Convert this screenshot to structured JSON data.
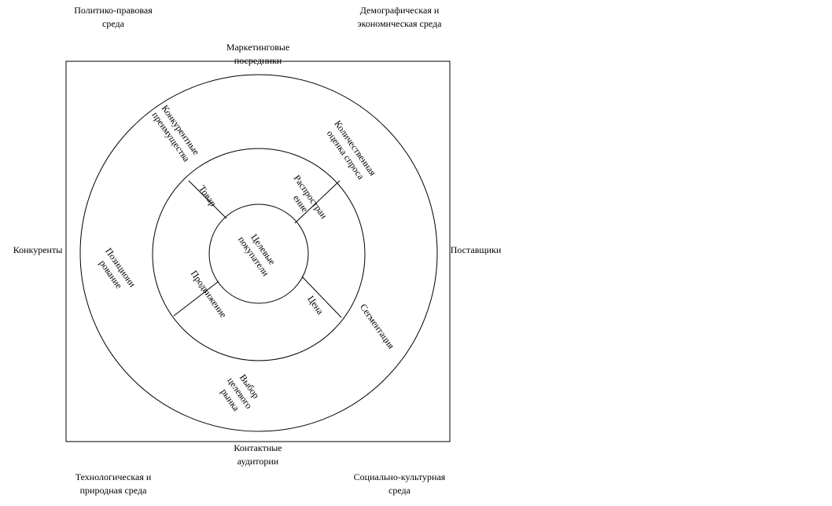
{
  "environment": {
    "political_legal": "Политико-правовая\nсреда",
    "demographic_economic": "Демографическая и\nэкономическая среда",
    "technological_natural": "Технологическая и\nприродная среда",
    "social_cultural": "Социально-культурная\nсреда"
  },
  "actors": {
    "intermediaries": "Маркетинговые\nпосредники",
    "competitors": "Конкуренты",
    "suppliers": "Поставщики",
    "contact_audiences": "Контактные\nаудитории"
  },
  "outer_ring": {
    "competitive_advantages": "Конкурентные\nпреимущества",
    "demand_estimation": "Количественная\nоценка спроса",
    "positioning": "Позициони\nрование",
    "segmentation": "Сегментация",
    "target_market_selection": "Выбор\nцелевого\nрынка"
  },
  "middle_ring": {
    "product": "Товар",
    "distribution": "Распростран\nение",
    "promotion": "Продвижение",
    "price": "Цена"
  },
  "center": {
    "target_buyers": "Целевые\nпокупатели"
  }
}
